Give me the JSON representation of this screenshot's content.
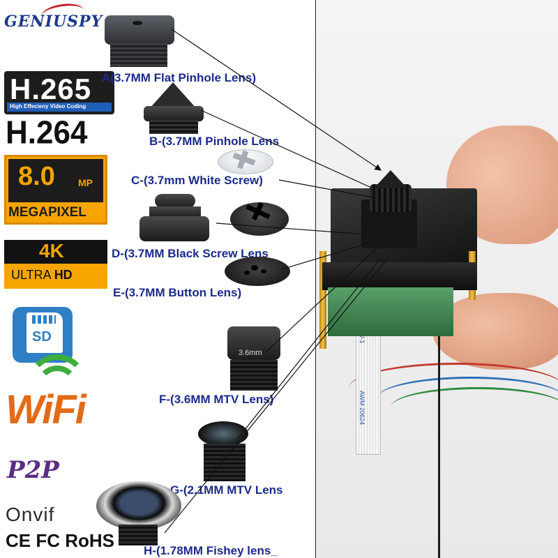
{
  "brand": {
    "logo_text": "GENIUSPY"
  },
  "badges": {
    "h265": {
      "title": "H.265",
      "subtitle": "High Effecieny Video Coding"
    },
    "h264": {
      "title": "H.264"
    },
    "megapixel": {
      "value": "8.0",
      "unit": "MP",
      "label": "MEGAPIXEL"
    },
    "uhd": {
      "title": "4K",
      "sub_plain": "ULTRA ",
      "sub_bold": "HD"
    },
    "sd": {
      "text": "SD"
    },
    "wifi": {
      "text": "WiFi"
    },
    "p2p": {
      "text": "P2P"
    },
    "onvif": {
      "text": "Onvif"
    },
    "certs": {
      "text": "CE FC RoHS"
    }
  },
  "lenses": [
    {
      "label": "A(3.7MM Flat Pinhole Lens)"
    },
    {
      "label": "B-(3.7MM Pinhole Lens"
    },
    {
      "label": "C-(3.7mm White Screw)"
    },
    {
      "label": "D-(3.7MM  Black Screw Lens"
    },
    {
      "label": "E-(3.7MM Button Lens)"
    },
    {
      "label": "F-(3.6MM MTV Lens)",
      "barrel_text": "3.6mm"
    },
    {
      "label": "G-(2.1MM MTV Lens"
    },
    {
      "label": "H-(1.78MM Fishey lens_"
    }
  ],
  "board": {
    "cable_text_1": "VW-1",
    "cable_text_2": "AWM 20624"
  },
  "colors": {
    "label_blue": "#1b2a8a",
    "badge_orange": "#f5a400",
    "wifi_green": "#3dae3d",
    "wifi_orange": "#e36b16"
  }
}
